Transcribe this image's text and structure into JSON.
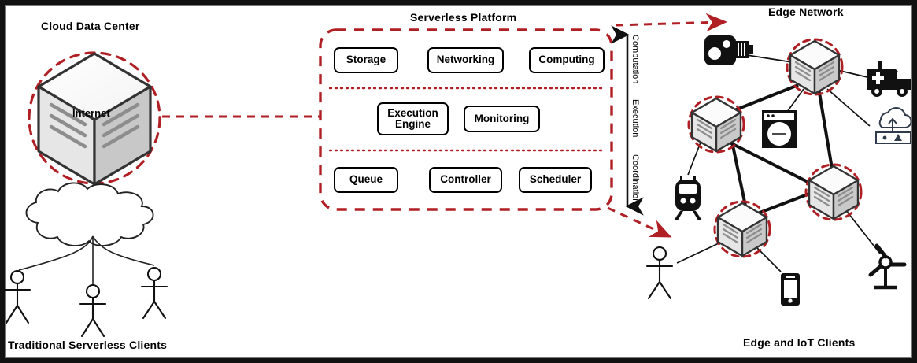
{
  "figure": {
    "titles": {
      "cloud_data_center": "Cloud Data Center",
      "serverless_platform": "Serverless Platform",
      "edge_network": "Edge Network",
      "traditional_clients": "Traditional Serverless Clients",
      "edge_iot_clients": "Edge and IoT Clients"
    },
    "internet_label": "Internet",
    "colors": {
      "accent_red": "#b01f24",
      "outline_black": "#111111",
      "cube_light": "#e8e8e8",
      "cube_mid": "#c9c9c9",
      "gateway_navy": "#2f3a4a",
      "frame_gray": "#7a7a7a"
    },
    "platform": {
      "tiers": [
        {
          "axis_label": "Computation",
          "boxes": [
            {
              "label": "Storage"
            },
            {
              "label": "Networking"
            },
            {
              "label": "Computing"
            }
          ]
        },
        {
          "axis_label": "Execution",
          "boxes": [
            {
              "label": "Execution Engine"
            },
            {
              "label": "Monitoring"
            }
          ]
        },
        {
          "axis_label": "Coordination",
          "boxes": [
            {
              "label": "Queue"
            },
            {
              "label": "Controller"
            },
            {
              "label": "Scheduler"
            }
          ]
        }
      ]
    },
    "cloud_side": {
      "datacenter_icon": "server-cube-icon",
      "cloud_icon": "internet-cloud-icon",
      "client_icons": [
        "stick-figure-icon",
        "stick-figure-icon",
        "stick-figure-icon"
      ]
    },
    "edge_side": {
      "edge_nodes": [
        {
          "name": "edge-node-1"
        },
        {
          "name": "edge-node-2"
        },
        {
          "name": "edge-node-3"
        },
        {
          "name": "edge-node-4"
        }
      ],
      "devices": [
        {
          "name": "security-camera-icon"
        },
        {
          "name": "ambulance-icon"
        },
        {
          "name": "washing-machine-icon"
        },
        {
          "name": "cloud-gateway-icon"
        },
        {
          "name": "train-icon"
        },
        {
          "name": "stick-figure-icon"
        },
        {
          "name": "smartphone-icon"
        },
        {
          "name": "wind-turbine-icon"
        }
      ]
    }
  }
}
